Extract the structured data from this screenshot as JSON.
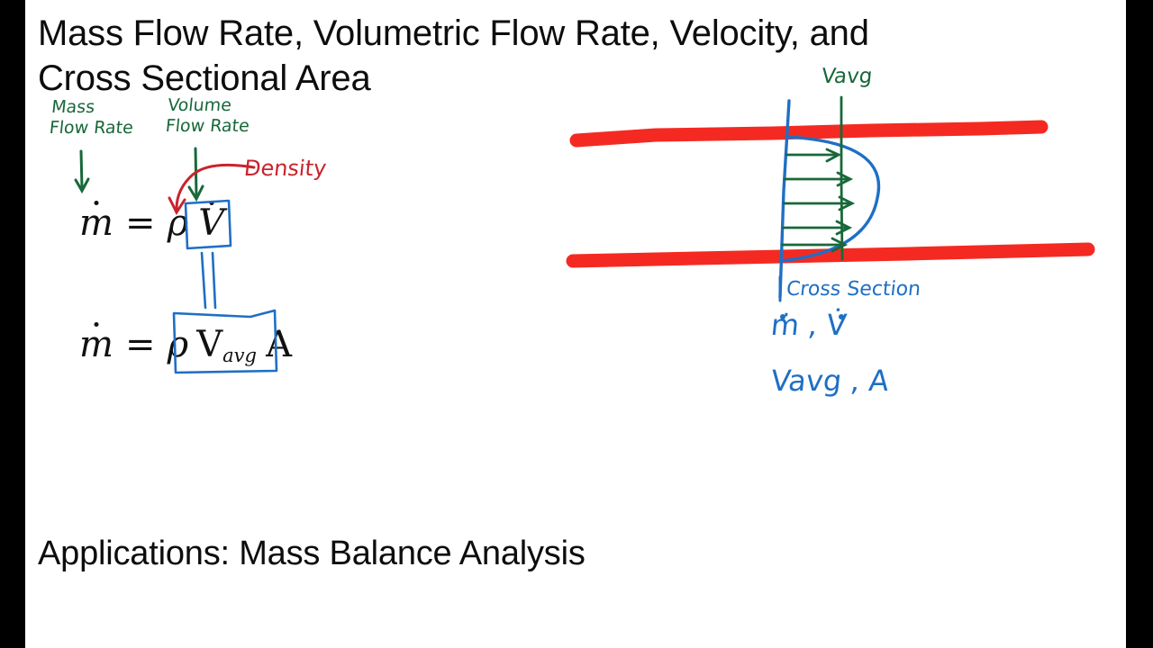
{
  "slide": {
    "title": "Mass Flow Rate, Volumetric Flow Rate, Velocity, and\nCross Sectional Area",
    "footer": "Applications: Mass Balance Analysis",
    "background_color": "#ffffff",
    "letterbox_color": "#000000"
  },
  "colors": {
    "ink_green": "#18683a",
    "ink_red": "#c9232c",
    "ink_blue": "#1f6fc4",
    "pipe_red": "#f42a22",
    "text_black": "#0d0d0d"
  },
  "annotations": {
    "mass_flow_rate": "Mass\nFlow Rate",
    "volume_flow_rate": "Volume\nFlow Rate",
    "density": "Density",
    "v_avg_label": "Vavg",
    "cross_section": "Cross Section",
    "quantities_line1": "ṁ , V̇",
    "quantities_line2": "Vavg , A"
  },
  "equations": {
    "first": {
      "lhs_symbol": "m",
      "equals": "=",
      "rho": "ρ",
      "boxed_symbol": "V",
      "plain": "ṁ = ρV̇"
    },
    "second": {
      "lhs_symbol": "m",
      "equals": "=",
      "rho": "ρ",
      "velocity": "V",
      "velocity_subscript": "avg",
      "area": "A",
      "plain": "ṁ = ρV_avg A"
    }
  },
  "diagram": {
    "name": "pipe-velocity-profile",
    "pipe_wall_top_label": "pipe-wall-top",
    "pipe_wall_bottom_label": "pipe-wall-bottom",
    "cross_section_line_label": "cross-section-line",
    "velocity_profile_label": "parabolic-velocity-profile",
    "avg_velocity_line_label": "average-velocity-line",
    "arrow_count": 5
  }
}
